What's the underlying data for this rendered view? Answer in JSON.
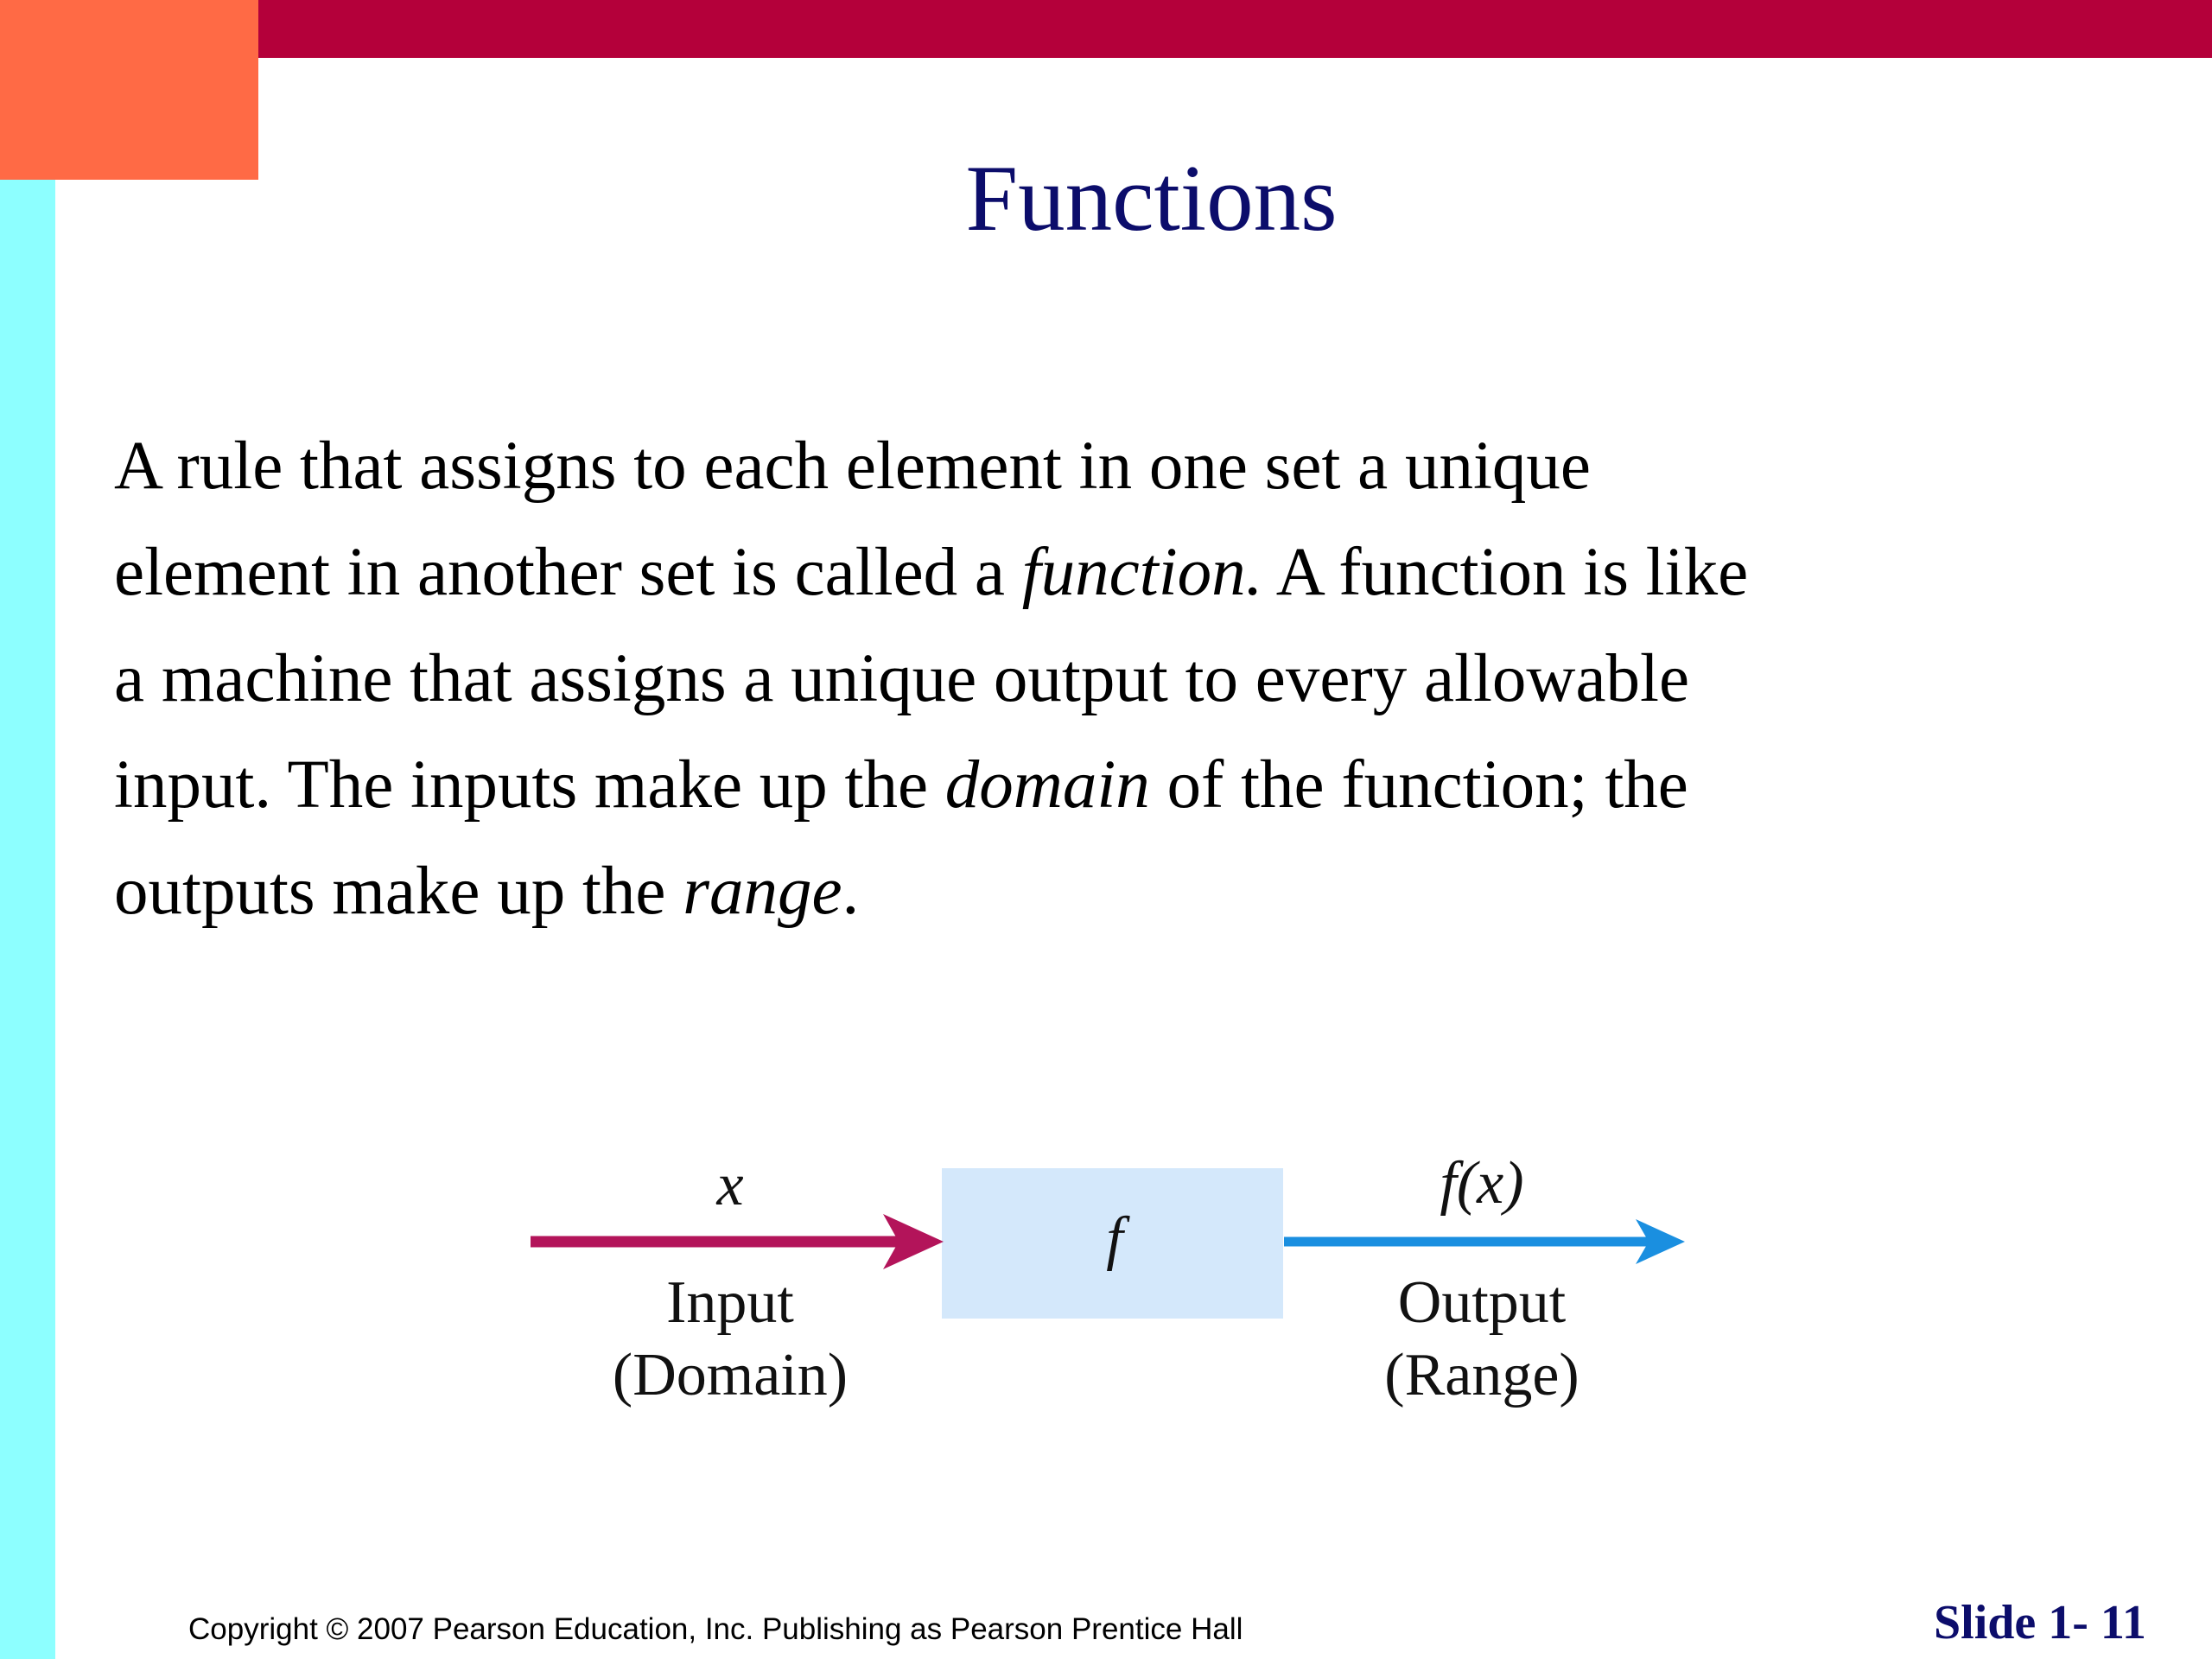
{
  "slide": {
    "title": "Functions",
    "accent_colors": {
      "top_bar": "#b4003a",
      "left_bar": "#8dffff",
      "corner_block": "#ff6a45",
      "title_text": "#0c0d6b"
    },
    "body": {
      "line1": "A rule that assigns to each element in one set a unique",
      "line2_a": "element in another set is called a ",
      "line2_term": "function.",
      "line2_b": " A function is like",
      "line3": "a machine that assigns a unique output to every allowable",
      "line4_a": "input.  The inputs make up the ",
      "line4_term": "domain",
      "line4_b": " of the function;  the",
      "line5_a": "outputs make up the ",
      "line5_term": "range",
      "line5_b": "."
    },
    "diagram": {
      "input_symbol": "x",
      "input_label_1": "Input",
      "input_label_2": "(Domain)",
      "function_symbol": "f",
      "output_symbol": "f(x)",
      "output_label_1": "Output",
      "output_label_2": "(Range)",
      "colors": {
        "input_arrow": "#b3145a",
        "output_arrow": "#1a8fe0",
        "function_box": "#d4e8fb"
      }
    },
    "footer": {
      "copyright": "Copyright © 2007 Pearson Education, Inc. Publishing as Pearson Prentice Hall",
      "slide_number": "Slide 1- 11"
    }
  }
}
